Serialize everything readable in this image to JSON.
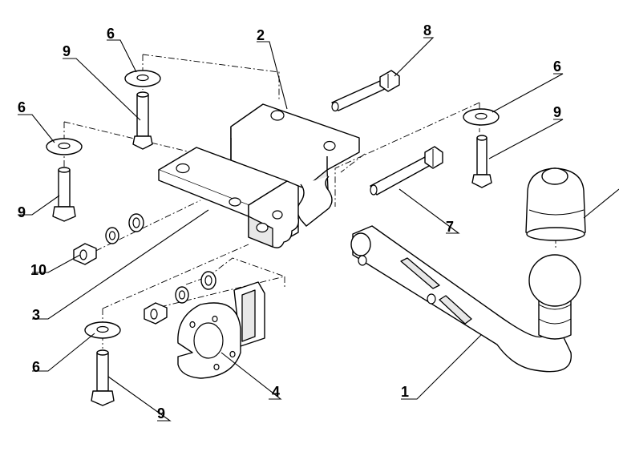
{
  "callouts": {
    "c1": "1",
    "c2": "2",
    "c3": "3",
    "c4": "4",
    "c6_a": "6",
    "c6_b": "6",
    "c6_c": "6",
    "c6_d": "6",
    "c7": "7",
    "c8": "8",
    "c9_a": "9",
    "c9_b": "9",
    "c9_c": "9",
    "c9_d": "9",
    "c10": "10"
  },
  "colors": {
    "line": "#000000",
    "part_fill": "#ffffff",
    "shade": "#e8e8e8"
  }
}
